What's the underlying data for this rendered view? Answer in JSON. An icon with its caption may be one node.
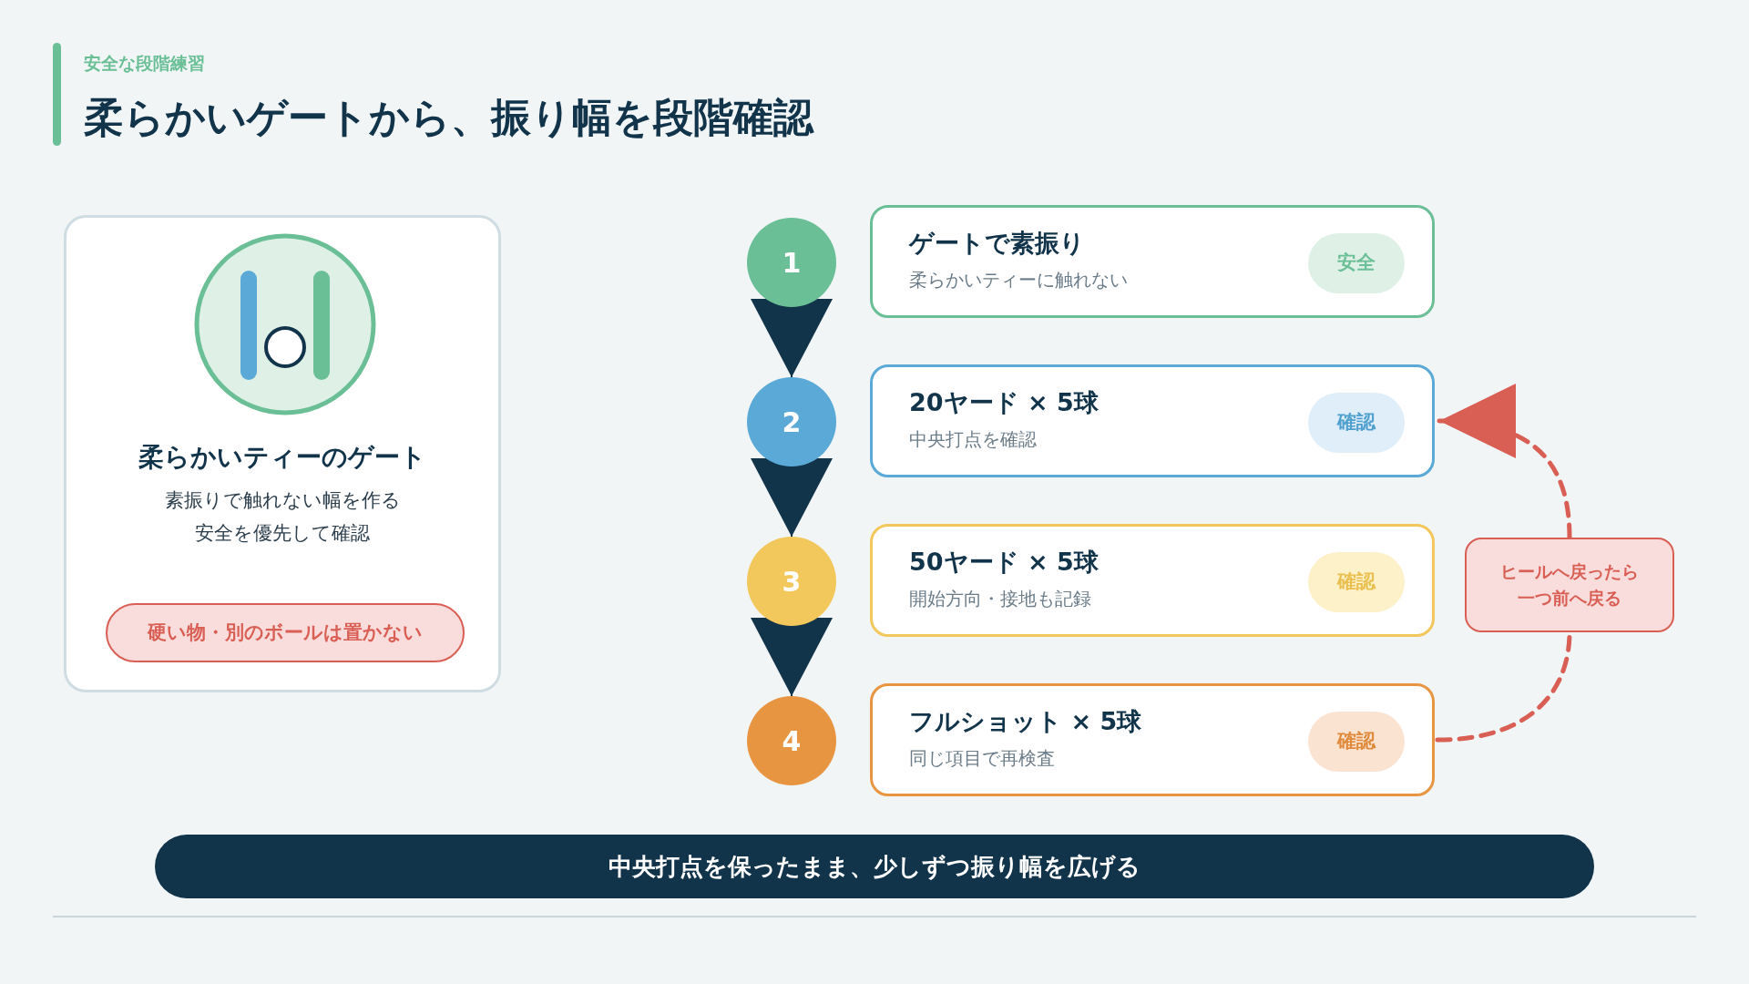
{
  "diagram": {
    "title": "柔らかいゲートから、振り幅を段階確認",
    "nodes": [
      {
        "text": [
          "柔らかいティーのゲート",
          "素振りで触れない幅を作る",
          "安全を優先して確認"
        ]
      },
      {
        "text": [
          "硬い物・別のボールは置かない"
        ],
        "in": 0
      },
      {
        "text": [
          "1"
        ]
      },
      {
        "text": [
          "ゲートで素振り",
          "柔らかいティーに触れない"
        ]
      },
      {
        "text": [
          "安全"
        ],
        "in": 3
      },
      {
        "text": [
          "2"
        ]
      },
      {
        "text": [
          "20ヤード × 5球",
          "中央打点を確認"
        ]
      },
      {
        "text": [
          "確認"
        ],
        "in": 6
      },
      {
        "text": [
          "3"
        ]
      },
      {
        "text": [
          "50ヤード × 5球",
          "開始方向・接地も記録"
        ]
      },
      {
        "text": [
          "確認"
        ],
        "in": 9
      },
      {
        "text": [
          "4"
        ]
      },
      {
        "text": [
          "フルショット × 5球",
          "同じ項目で再検査"
        ]
      },
      {
        "text": [
          "確認"
        ],
        "in": 12
      },
      {
        "text": [
          "ヒールへ戻ったら一つ前へ戻る"
        ]
      },
      {
        "text": [
          "中央打点を保ったまま、少しずつ振り幅を広げる"
        ]
      }
    ],
    "edges": [
      {
        "from": 2,
        "to": 5,
        "arrow": "to"
      },
      {
        "from": 5,
        "to": 8,
        "arrow": "to"
      },
      {
        "from": 8,
        "to": 11,
        "arrow": "to"
      },
      {
        "from": 12,
        "to": 14,
        "arrow": "none",
        "style": "dashed",
        "color": "#d95f55"
      },
      {
        "from": 14,
        "to": 6,
        "arrow": "to",
        "style": "dashed",
        "color": "#d95f55"
      }
    ],
    "labels": [
      "安全な段階練習"
    ]
  }
}
